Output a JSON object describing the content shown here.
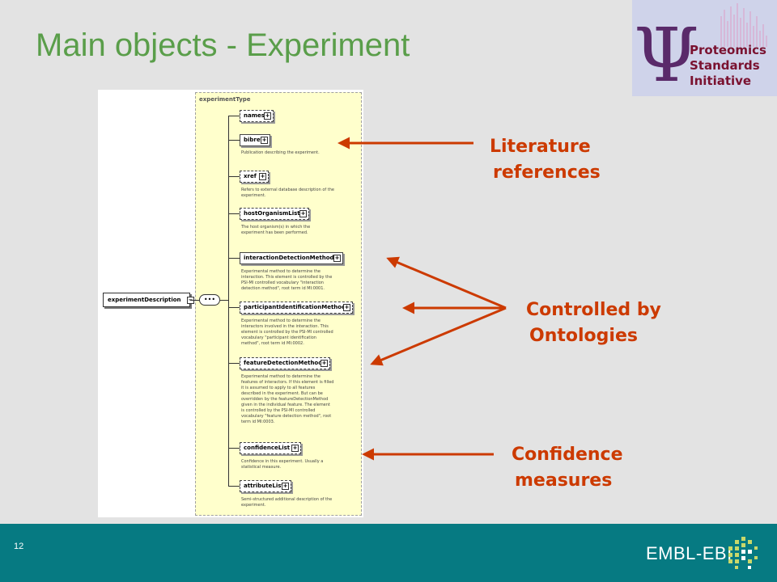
{
  "slide": {
    "title": "Main objects - Experiment",
    "page_number": "12",
    "footer_brand": "EMBL-EBI"
  },
  "logo": {
    "symbol": "Ψ",
    "lines": [
      "Proteomics",
      "Standards",
      "Initiative"
    ]
  },
  "diagram": {
    "type_name": "experimentType",
    "root_element": "experimentDescription",
    "sequence_symbol": "•••",
    "elements": [
      {
        "name": "names",
        "description": ""
      },
      {
        "name": "bibref",
        "description": "Publication describing the experiment."
      },
      {
        "name": "xref",
        "description": "Refers to external database description of the experiment."
      },
      {
        "name": "hostOrganismList",
        "description": "The host organism(s) in which the experiment has been performed."
      },
      {
        "name": "interactionDetectionMethod",
        "description": "Experimental method to determine the interaction. This element is controlled by the PSI-MI controlled vocabulary \"interaction detection method\", root term id MI:0001."
      },
      {
        "name": "participantIdentificationMethod",
        "description": "Experimental method to determine the interactors involved in the interaction. This element is controlled by the PSI-MI controlled vocabulary \"participant identification method\", root term id MI:0002."
      },
      {
        "name": "featureDetectionMethod",
        "description": "Experimental method to determine the features of interactors. If this element is filled it is assumed to apply to all features described in the experiment. But can be overridden by the featureDetectionMethod given in the individual feature. The element is controlled by the PSI-MI controlled vocabulary \"feature detection method\", root term id MI:0003."
      },
      {
        "name": "confidenceList",
        "description": "Confidence in this experiment. Usually a statistical measure."
      },
      {
        "name": "attributeList",
        "description": "Semi-structured additional description of the experiment."
      }
    ]
  },
  "callouts": {
    "literature": [
      "Literature",
      "references"
    ],
    "ontologies": [
      "Controlled by",
      "Ontologies"
    ],
    "confidence": [
      "Confidence",
      "measures"
    ]
  },
  "colors": {
    "title": "#5a9e4a",
    "callout": "#cc3a00",
    "footer": "#067a82",
    "schema_fill": "#ffffcc"
  }
}
